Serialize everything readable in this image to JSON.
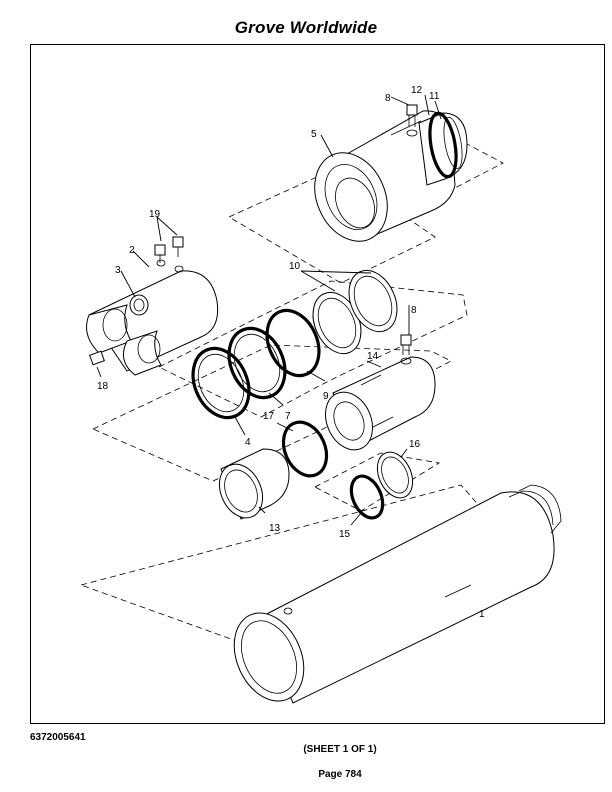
{
  "header": {
    "title": "Grove Worldwide"
  },
  "diagram": {
    "callouts": [
      "1",
      "2",
      "3",
      "4",
      "5",
      "7",
      "8",
      "8",
      "9",
      "10",
      "11",
      "12",
      "13",
      "14",
      "15",
      "16",
      "17",
      "18",
      "19"
    ]
  },
  "footer": {
    "part_number": "6372005641",
    "sheet": "(SHEET 1 OF 1)",
    "page": "Page 784"
  }
}
